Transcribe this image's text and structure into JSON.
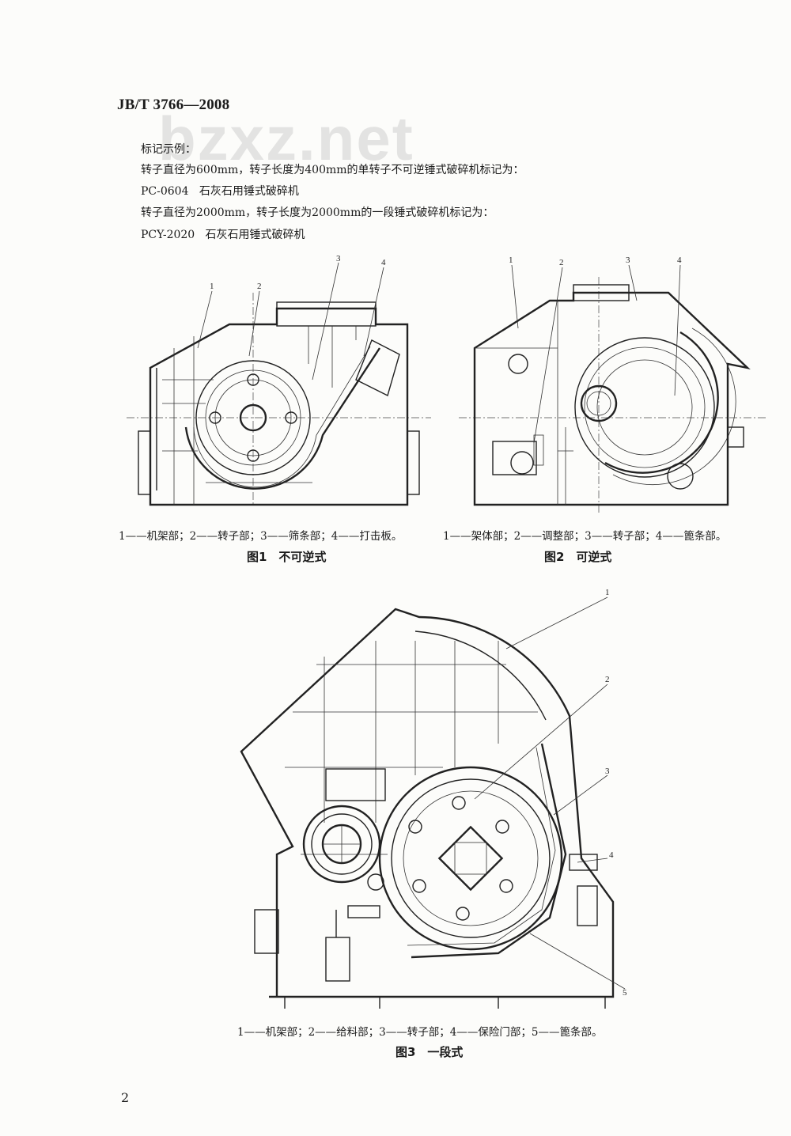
{
  "header": {
    "standard_code": "JB/T 3766—2008"
  },
  "watermark": "bzxz.net",
  "body_text": {
    "marking_example_title": "标记示例：",
    "example1_desc": "转子直径为600mm，转子长度为400mm的单转子不可逆锤式破碎机标记为：",
    "example1_mark": "PC-0604   石灰石用锤式破碎机",
    "example2_desc": "转子直径为2000mm，转子长度为2000mm的一段锤式破碎机标记为：",
    "example2_mark": "PCY-2020   石灰石用锤式破碎机"
  },
  "figures": [
    {
      "caption": "1——机架部；2——转子部；3——筛条部；4——打击板。",
      "title": "图1　不可逆式",
      "callouts": [
        "1",
        "2",
        "3",
        "4"
      ]
    },
    {
      "caption": "1——架体部；2——调整部；3——转子部；4——篦条部。",
      "title": "图2　可逆式",
      "callouts": [
        "1",
        "2",
        "3",
        "4"
      ]
    },
    {
      "caption": "1——机架部；2——给料部；3——转子部；4——保险门部；5——篦条部。",
      "title": "图3　一段式",
      "callouts": [
        "1",
        "2",
        "3",
        "4",
        "5"
      ]
    }
  ],
  "page_number": "2"
}
